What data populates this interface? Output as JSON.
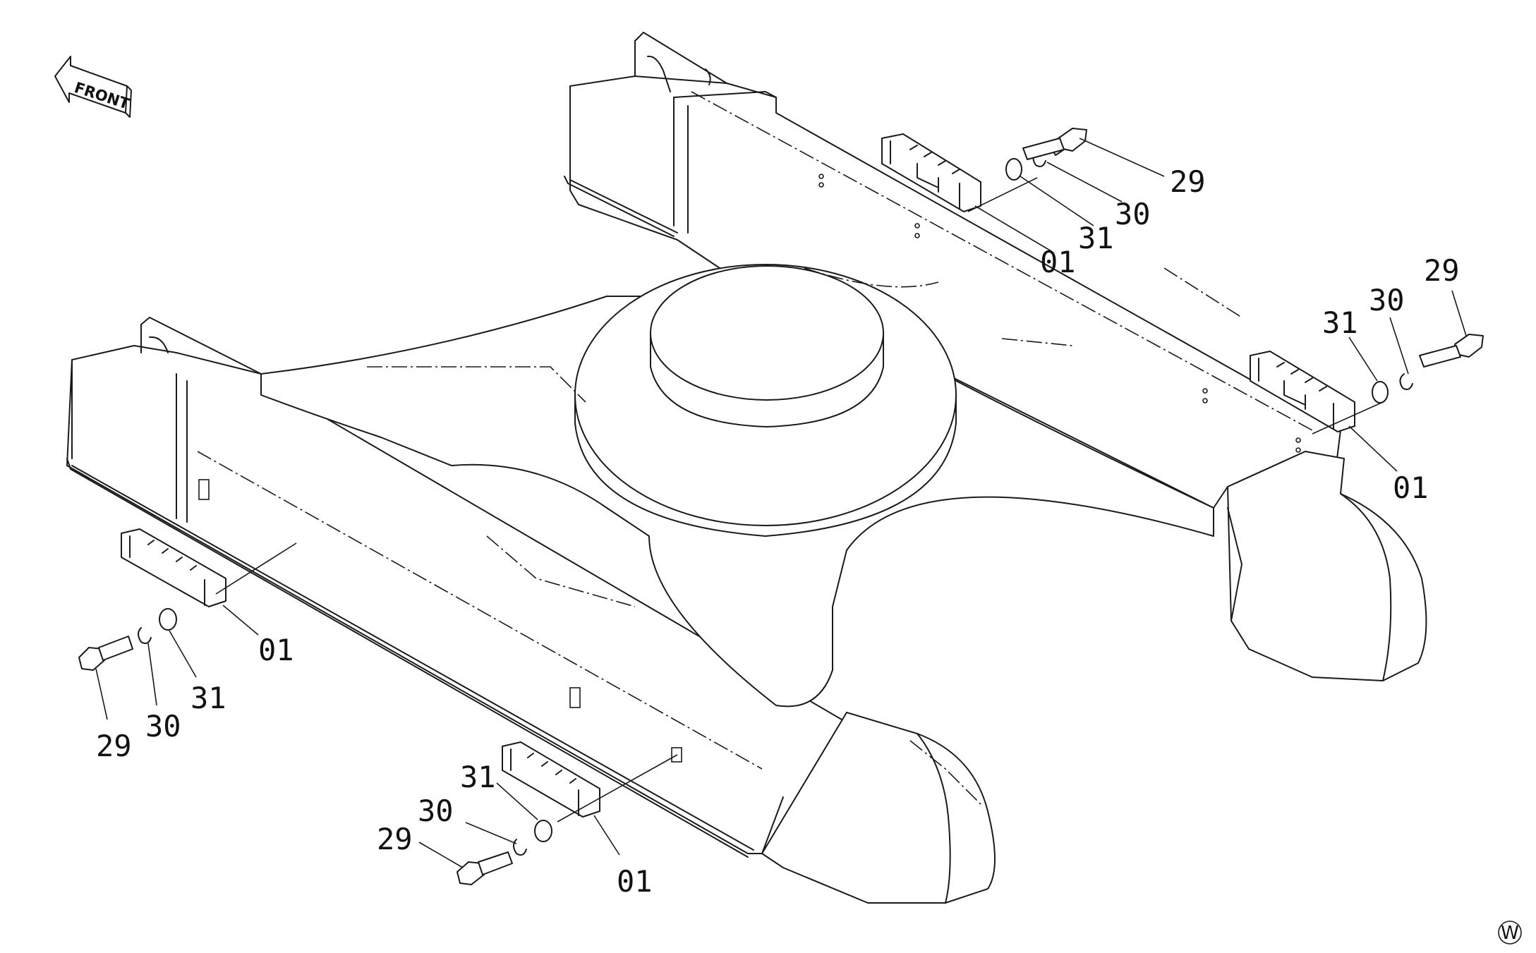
{
  "front_label": "FRONT",
  "corner_mark": "W",
  "callouts": [
    {
      "id": "tr-29",
      "text": "29"
    },
    {
      "id": "tr-30",
      "text": "30"
    },
    {
      "id": "tr-31",
      "text": "31"
    },
    {
      "id": "tr-01",
      "text": "01"
    },
    {
      "id": "r-29",
      "text": "29"
    },
    {
      "id": "r-30",
      "text": "30"
    },
    {
      "id": "r-31",
      "text": "31"
    },
    {
      "id": "r-01",
      "text": "01"
    },
    {
      "id": "l-01",
      "text": "01"
    },
    {
      "id": "l-31",
      "text": "31"
    },
    {
      "id": "l-30",
      "text": "30"
    },
    {
      "id": "l-29",
      "text": "29"
    },
    {
      "id": "b-31",
      "text": "31"
    },
    {
      "id": "b-30",
      "text": "30"
    },
    {
      "id": "b-29",
      "text": "29"
    },
    {
      "id": "b-01",
      "text": "01"
    }
  ]
}
